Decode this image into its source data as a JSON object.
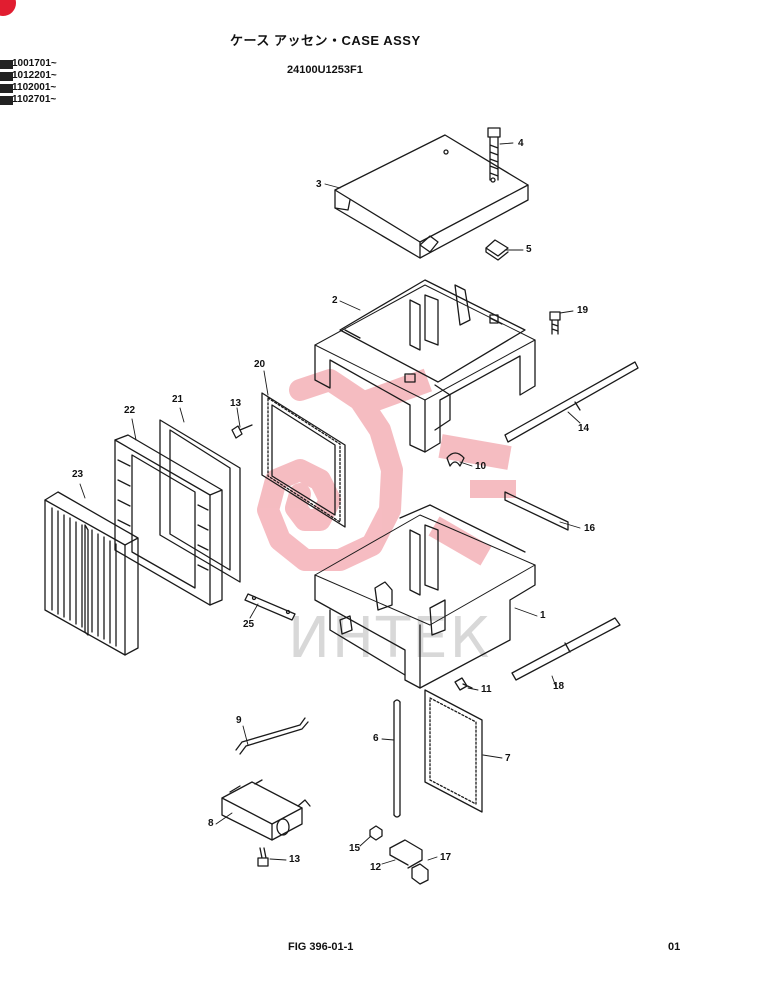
{
  "header": {
    "title": "ケース アッセン・CASE ASSY",
    "part_number": "24100U1253F1",
    "serials": [
      "1001701~",
      "1012201~",
      "1102001~",
      "1102701~"
    ]
  },
  "watermark": {
    "text": "ИНТЕК",
    "color": "#e11d30"
  },
  "callouts": [
    {
      "id": "c4",
      "num": "4"
    },
    {
      "id": "c3",
      "num": "3"
    },
    {
      "id": "c5",
      "num": "5"
    },
    {
      "id": "c2",
      "num": "2"
    },
    {
      "id": "c19",
      "num": "19"
    },
    {
      "id": "c20",
      "num": "20"
    },
    {
      "id": "c21",
      "num": "21"
    },
    {
      "id": "c22",
      "num": "22"
    },
    {
      "id": "c13a",
      "num": "13"
    },
    {
      "id": "c14",
      "num": "14"
    },
    {
      "id": "c10",
      "num": "10"
    },
    {
      "id": "c23",
      "num": "23"
    },
    {
      "id": "c16",
      "num": "16"
    },
    {
      "id": "c1",
      "num": "1"
    },
    {
      "id": "c25",
      "num": "25"
    },
    {
      "id": "c18",
      "num": "18"
    },
    {
      "id": "c11",
      "num": "11"
    },
    {
      "id": "c9",
      "num": "9"
    },
    {
      "id": "c6",
      "num": "6"
    },
    {
      "id": "c7",
      "num": "7"
    },
    {
      "id": "c8",
      "num": "8"
    },
    {
      "id": "c15",
      "num": "15"
    },
    {
      "id": "c17",
      "num": "17"
    },
    {
      "id": "c12",
      "num": "12"
    },
    {
      "id": "c13b",
      "num": "13"
    }
  ],
  "footer": {
    "figure": "FIG 396-01-1",
    "page": "01"
  }
}
